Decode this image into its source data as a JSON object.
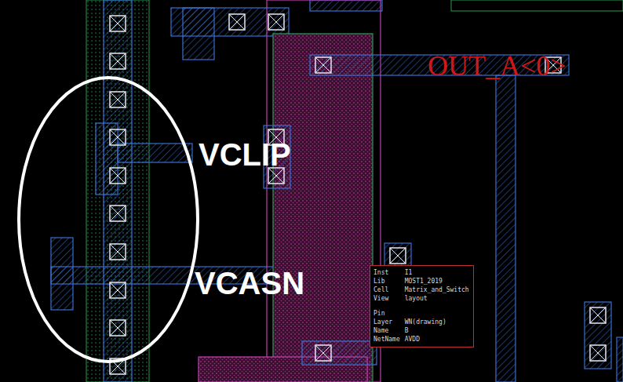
{
  "diagram": {
    "nodes": [
      {
        "text": [
          "Inst",
          "I1",
          "Lib",
          "MOST1_2019",
          "Cell",
          "Matrix_and_Switch",
          "View",
          "layout",
          "Pin",
          "Layer",
          "WN(drawing)",
          "Name",
          "B",
          "NetName",
          "AVDD"
        ]
      }
    ],
    "labels": [
      "VCLIP",
      "VCASN",
      "OUT_A<0>"
    ]
  }
}
